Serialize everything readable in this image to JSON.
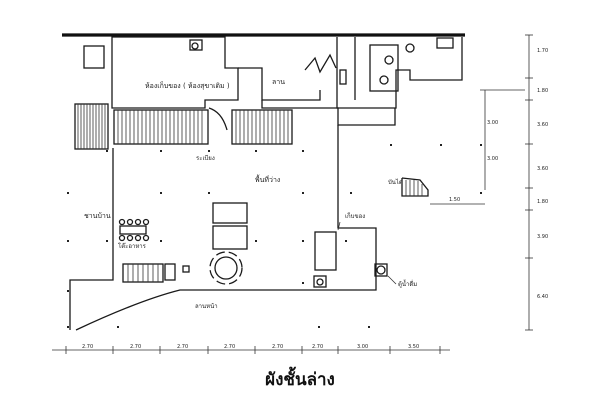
{
  "drawing": {
    "title": "ผังชั้นล่าง",
    "rooms": {
      "store": "ห้องเก็บของ ( ห้องสุขาเดิม )",
      "stair_hall": "ลาน",
      "main_floor": "พื้นที่ว่าง",
      "left_area": "ชานบ้าน",
      "table_area": "โต๊ะอาหาร",
      "front_area": "ลานหน้า",
      "storage_label": "เก็บของ",
      "well_label": "ตู้น้ำดื่ม",
      "stair_right": "บันได",
      "rail_label": "ระเบียง"
    },
    "dims_bottom": [
      "2.70",
      "2.70",
      "2.70",
      "2.70",
      "2.70",
      "2.70",
      "3.00",
      "3.50"
    ],
    "dims_right": [
      "1.70",
      "1.80",
      "3.60",
      "3.60",
      "1.80",
      "3.90",
      "6.40"
    ],
    "dims_inner": [
      "3.00",
      "3.00",
      "1.50"
    ]
  }
}
